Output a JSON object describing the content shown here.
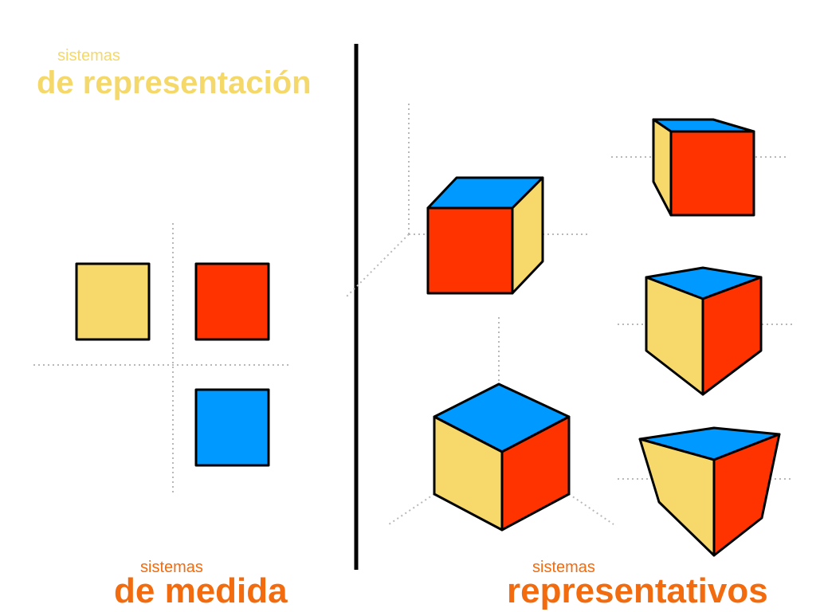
{
  "title": {
    "small": "sistemas",
    "big": "de representación",
    "color": "#f5d86a"
  },
  "bottom_left": {
    "small": "sistemas",
    "big": "de medida",
    "color": "#f26b0f"
  },
  "bottom_right": {
    "small": "sistemas",
    "big": "representativos",
    "color": "#f26b0f"
  },
  "colors": {
    "yellow": "#f7d96b",
    "red": "#ff3300",
    "blue": "#0099ff",
    "stroke": "#000000",
    "guide": "#b8b8b8"
  }
}
